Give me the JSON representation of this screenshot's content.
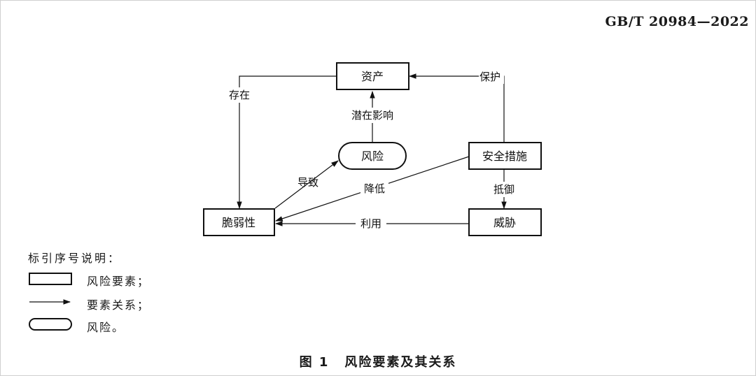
{
  "header": {
    "standard_no": "GB/T 20984—2022"
  },
  "diagram": {
    "nodes": {
      "asset": "资产",
      "risk": "风险",
      "security_measures": "安全措施",
      "vulnerability": "脆弱性",
      "threat": "威胁"
    },
    "edges": {
      "exist": "存在",
      "protect": "保护",
      "potential_impact": "潜在影响",
      "cause": "导致",
      "reduce": "降低",
      "resist": "抵御",
      "exploit": "利用"
    }
  },
  "legend": {
    "title": "标引序号说明：",
    "items": [
      "风险要素；",
      "要素关系；",
      "风险。"
    ]
  },
  "caption": {
    "number": "图 1",
    "title": "风险要素及其关系"
  }
}
